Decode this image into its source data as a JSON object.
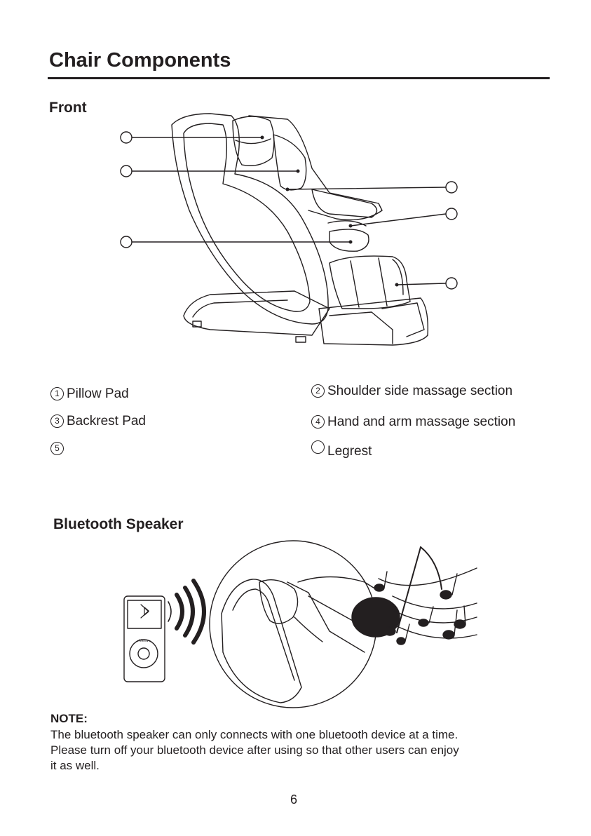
{
  "page_title": "Chair Components",
  "front_heading": "Front",
  "components": [
    {
      "num": "1",
      "label": "Pillow Pad"
    },
    {
      "num": "2",
      "label": "Shoulder side massage section"
    },
    {
      "num": "3",
      "label": "Backrest Pad"
    },
    {
      "num": "4",
      "label": "Hand and arm massage section"
    },
    {
      "num": "5",
      "label": ""
    },
    {
      "num": "",
      "label": "Legrest"
    }
  ],
  "bluetooth_heading": "Bluetooth Speaker",
  "note": {
    "heading": "NOTE:",
    "line1": "The bluetooth speaker can only connects with one bluetooth device at a time.",
    "line2": "Please turn off your bluetooth device after using so that other users can enjoy",
    "line3": "it as well."
  },
  "page_number": "6",
  "colors": {
    "ink": "#231f20",
    "speaker_fill": "#231f20"
  }
}
